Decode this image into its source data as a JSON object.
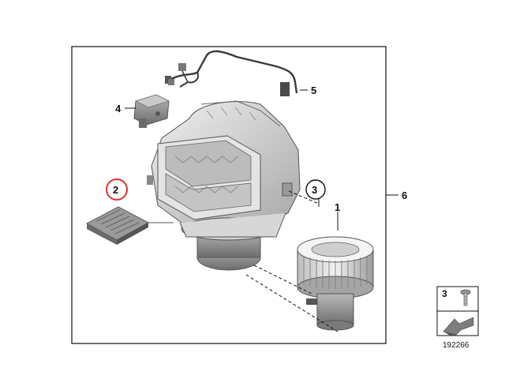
{
  "callouts": {
    "c1": "1",
    "c2": "2",
    "c3": "3",
    "c4": "4",
    "c5": "5",
    "c6": "6",
    "legend_num": "3"
  },
  "reference_number": "192266",
  "colors": {
    "highlight_circle": "#d9342b",
    "line": "#111111",
    "part_fill": "#d6d6d6",
    "part_dark": "#8d8d8d",
    "legend_arrow": "#7d7d7d"
  },
  "icons": {
    "blower_motor": "fan-wheel-icon",
    "resistor": "resistor-module-icon",
    "actuator": "servo-actuator-icon",
    "harness": "wiring-harness-icon",
    "housing": "blower-housing-icon",
    "screw": "screw-icon",
    "pointer": "hand-pointer-icon"
  }
}
